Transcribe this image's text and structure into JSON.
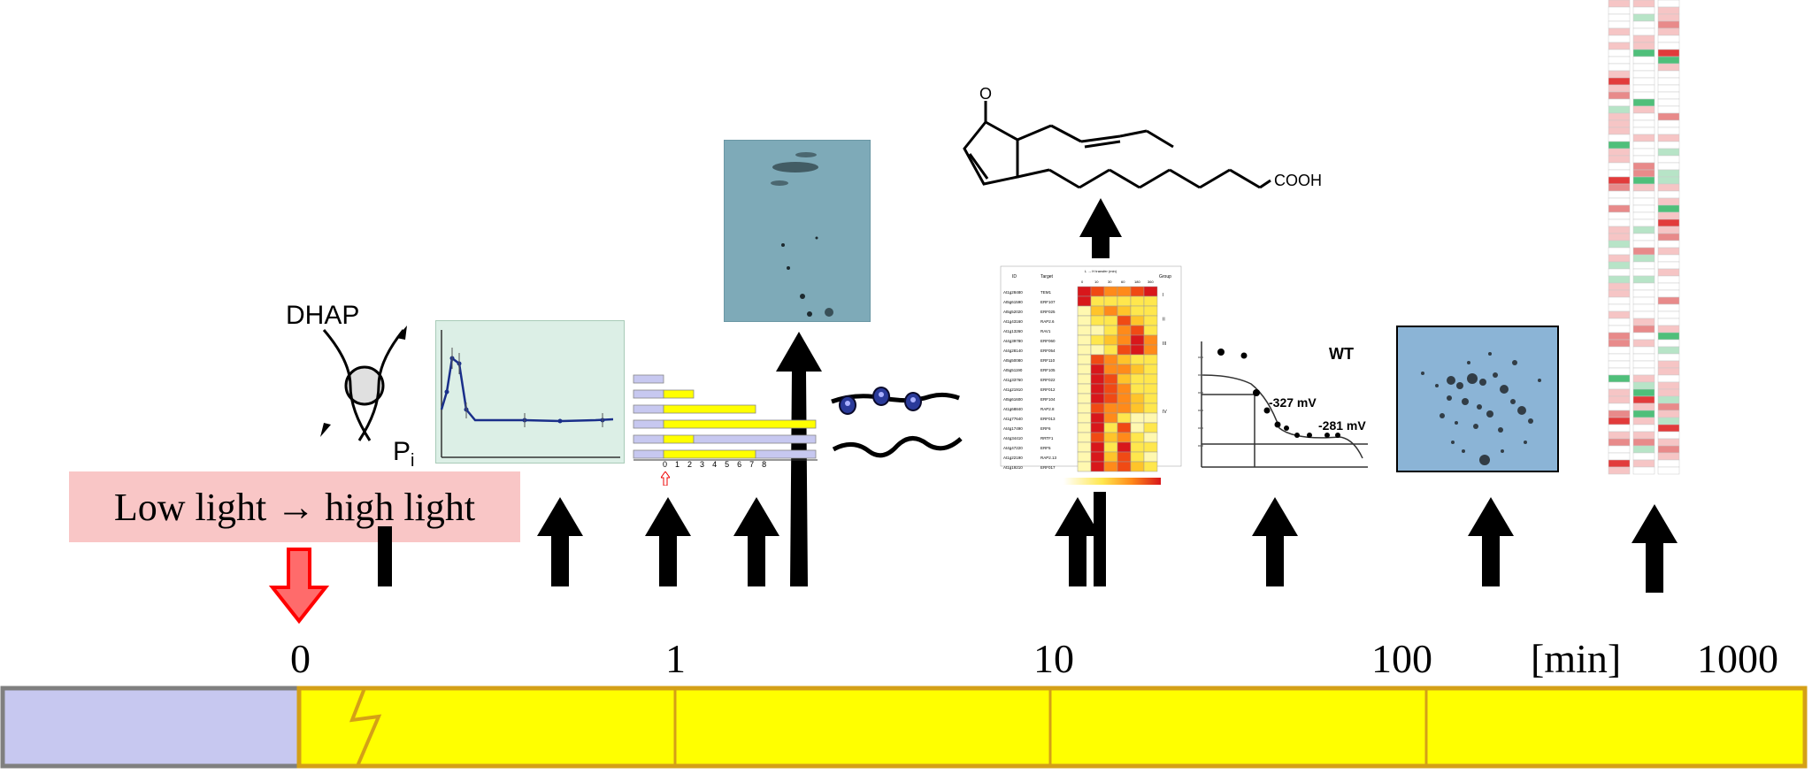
{
  "condition": {
    "text": "Low light → high light"
  },
  "timeline": {
    "ticks": [
      "0",
      "1",
      "10",
      "100",
      "1000"
    ],
    "unit": "[min]"
  },
  "transporter": {
    "label_top": "DHAP",
    "label_bottom": "P",
    "label_subscript": "i"
  },
  "heatmap_table": {
    "header_id": "ID",
    "header_target": "Target",
    "header_time": "L → H transfer (min)",
    "header_group": "Group",
    "time_cols": [
      "0",
      "10",
      "30",
      "60",
      "180",
      "360"
    ],
    "groups": [
      "I",
      "II",
      "III",
      "IV"
    ],
    "rows": [
      [
        "At1g28480",
        "TEM1"
      ],
      [
        "At5g61590",
        "ERF107"
      ],
      [
        "At5g52020",
        "ERF025"
      ],
      [
        "At1g43160",
        "RAP2.6"
      ],
      [
        "At1g13260",
        "RAV1"
      ],
      [
        "At4g39780",
        "ERF060"
      ],
      [
        "At4g28140",
        "ERF054"
      ],
      [
        "At5g50080",
        "ERF110"
      ],
      [
        "At5g51190",
        "ERF105"
      ],
      [
        "At1g33760",
        "ERF022"
      ],
      [
        "At1g21910",
        "ERF012"
      ],
      [
        "At5g61600",
        "ERF104"
      ],
      [
        "At1g68840",
        "RAP2.8"
      ],
      [
        "At1g77640",
        "ERF013"
      ],
      [
        "At4g17490",
        "ERF6"
      ],
      [
        "At4g34410",
        "RRTF1"
      ],
      [
        "At4g47220",
        "ERF5"
      ],
      [
        "At1g22190",
        "RAP2.13"
      ],
      [
        "At1g19210",
        "ERF017"
      ]
    ]
  },
  "mem_potential": {
    "genotype": "WT",
    "value1": "-327 mV",
    "value2": "-281 mV"
  },
  "jasmonate": {
    "group_label": "COOH",
    "oxygen_label": "O"
  },
  "time_course_labels": [
    "0",
    "1",
    "2",
    "3",
    "4",
    "5",
    "6",
    "7",
    "8"
  ],
  "colors": {
    "dark_bar": "#c7c8f0",
    "light_bar": "#ffff00",
    "light_bar_border": "#d4a017",
    "dark_bar_border": "#7f7f7f",
    "down_arrow": "#ff5a5a",
    "condition_box": "#f9c6c6",
    "gel_blue": "#7eaab8",
    "plot_green": "#dcefe6"
  }
}
